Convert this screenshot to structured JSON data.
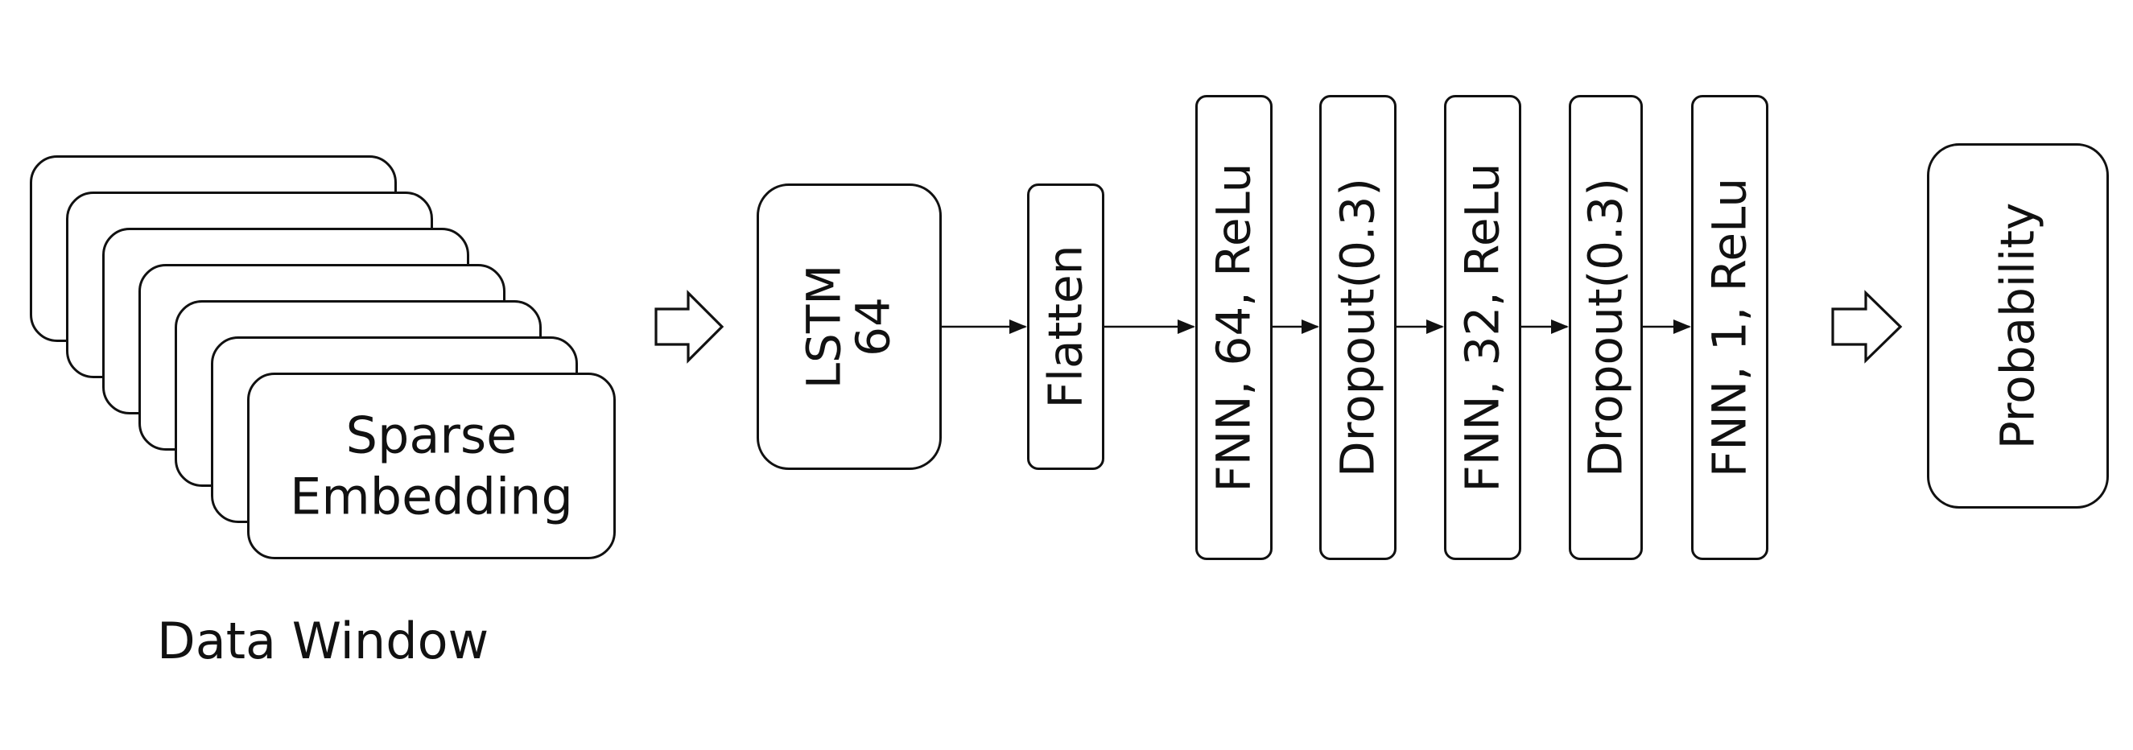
{
  "diagram": {
    "input": {
      "label_line1": "Sparse",
      "label_line2": "Embedding",
      "caption": "Data Window"
    },
    "lstm": {
      "line1": "LSTM",
      "line2": "64"
    },
    "layers": [
      {
        "label": "Flatten"
      },
      {
        "label": "FNN, 64, ReLu"
      },
      {
        "label": "Dropout(0.3)"
      },
      {
        "label": "FNN, 32, ReLu"
      },
      {
        "label": "Dropout(0.3)"
      },
      {
        "label": "FNN, 1, ReLu"
      }
    ],
    "output": {
      "label": "Probability"
    }
  }
}
